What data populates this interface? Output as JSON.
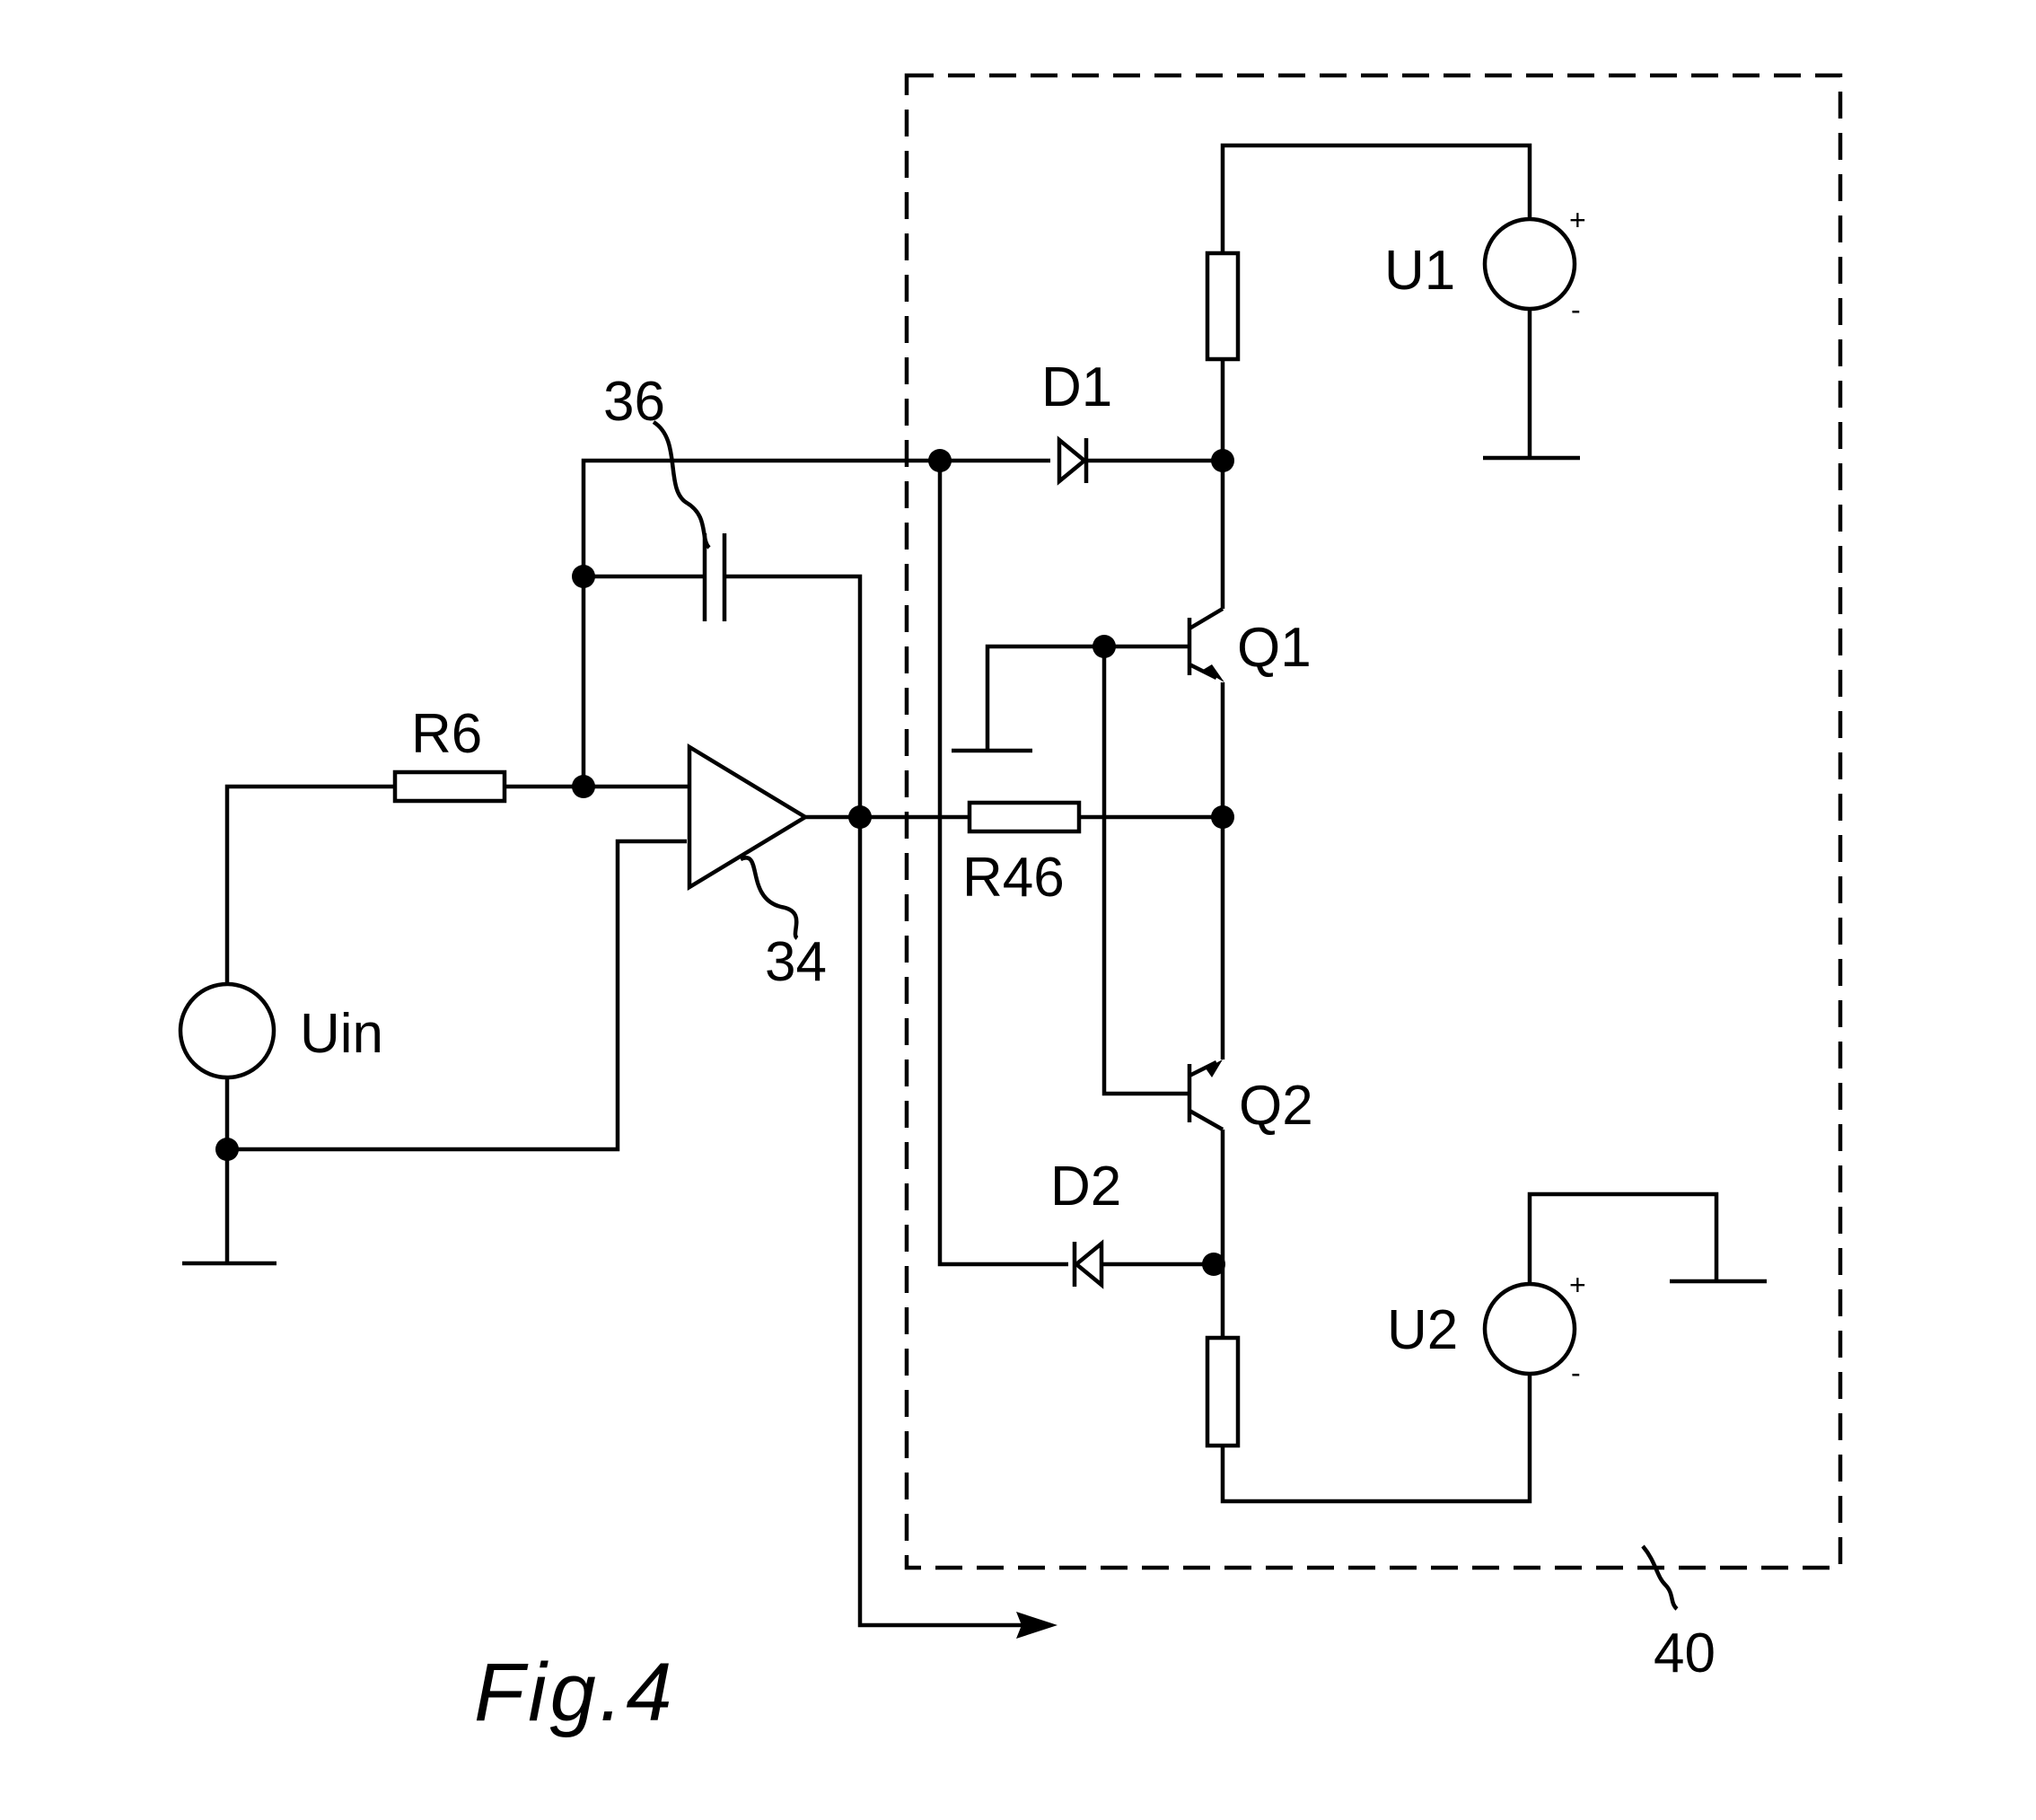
{
  "figure": {
    "caption": "Fig.4"
  },
  "labels": {
    "input_source": "Uin",
    "input_resistor": "R6",
    "capacitor_ref": "36",
    "amplifier_ref": "34",
    "output_resistor": "R46",
    "diode_top": "D1",
    "diode_bottom": "D2",
    "transistor_top": "Q1",
    "transistor_bottom": "Q2",
    "source_top": "U1",
    "source_bottom": "U2",
    "box_ref": "40"
  },
  "polarity": {
    "plus": "+",
    "minus": "-"
  }
}
